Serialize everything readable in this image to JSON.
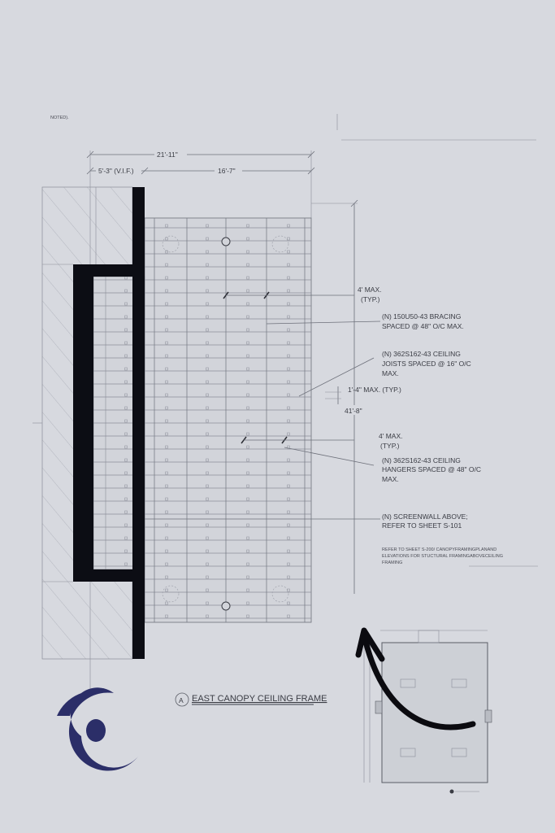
{
  "sheet": {
    "note_fragment": "NOTED).",
    "dimensions": {
      "overall_width": "21'-11\"",
      "existing_width": "5'-3\" (V.I.F.)",
      "frame_width": "16'-7\"",
      "overall_height": "41'-8\"",
      "joist_spacing": "1'-4\" MAX. (TYP.)",
      "bracing_max_1": "4' MAX.",
      "bracing_max_1_typ": "(TYP.)",
      "bracing_max_2": "4' MAX.",
      "bracing_max_2_typ": "(TYP.)"
    },
    "callouts": [
      {
        "line1": "(N) 150U50-43 BRACING",
        "line2": "SPACED @ 48\" O/C MAX.",
        "line3": ""
      },
      {
        "line1": "(N) 362S162-43 CEILING",
        "line2": "JOISTS SPACED @ 16\" O/C",
        "line3": "MAX."
      },
      {
        "line1": "(N) 362S162-43 CEILING",
        "line2": "HANGERS SPACED @ 48\" O/C",
        "line3": "MAX."
      },
      {
        "line1": "(N) SCREENWALL ABOVE;",
        "line2": "REFER TO SHEET S-101",
        "line3": ""
      }
    ],
    "general_note": {
      "line1": "REFER TO SHEET S-200/ CANOPYFRAMINGPLANAND",
      "line2": "ELEVATIONS FOR STUCTURAL FRAMINGABOVECEILING",
      "line3": "FRAMING"
    },
    "detail_title": {
      "marker": "A",
      "title": "EAST CANOPY CEILING FRAME"
    }
  },
  "colors": {
    "background": "#d7d9df",
    "wall": "#0c0d14",
    "logo": "#2b2e68",
    "arrow": "#0b0b10"
  },
  "icons": [
    "logo-mark",
    "curved-arrow-icon"
  ]
}
